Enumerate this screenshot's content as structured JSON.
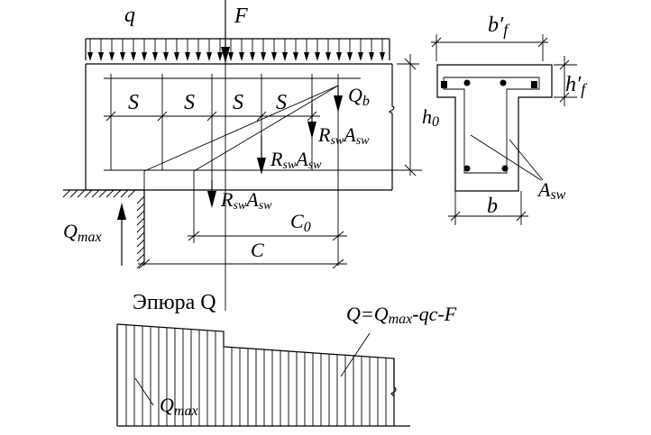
{
  "beam": {
    "load_q": "q",
    "load_F": "F",
    "spacing": [
      "S",
      "S",
      "S",
      "S"
    ],
    "Qb_main": "Q",
    "Qb_sub": "b",
    "rsw": [
      {
        "R": "R",
        "sub": "sw",
        "A": "A",
        "asub": "sw"
      },
      {
        "R": "R",
        "sub": "sw",
        "A": "A",
        "asub": "sw"
      },
      {
        "R": "R",
        "sub": "sw",
        "A": "A",
        "asub": "sw"
      }
    ],
    "h0": "h",
    "h0_sub": "0",
    "qmax_main": "Q",
    "qmax_sub": "max",
    "c0_main": "C",
    "c0_sub": "0",
    "c": "C"
  },
  "section": {
    "bf": "b′",
    "bf_sub": "f",
    "hf": "h′",
    "hf_sub": "f",
    "asw_main": "A",
    "asw_sub": "sw",
    "b": "b"
  },
  "epure": {
    "title": "Эпюра Q",
    "formula_Q": "Q=Q",
    "formula_max": "max",
    "formula_rest": "-qc-F",
    "qmax_main": "Q",
    "qmax_sub": "max"
  }
}
